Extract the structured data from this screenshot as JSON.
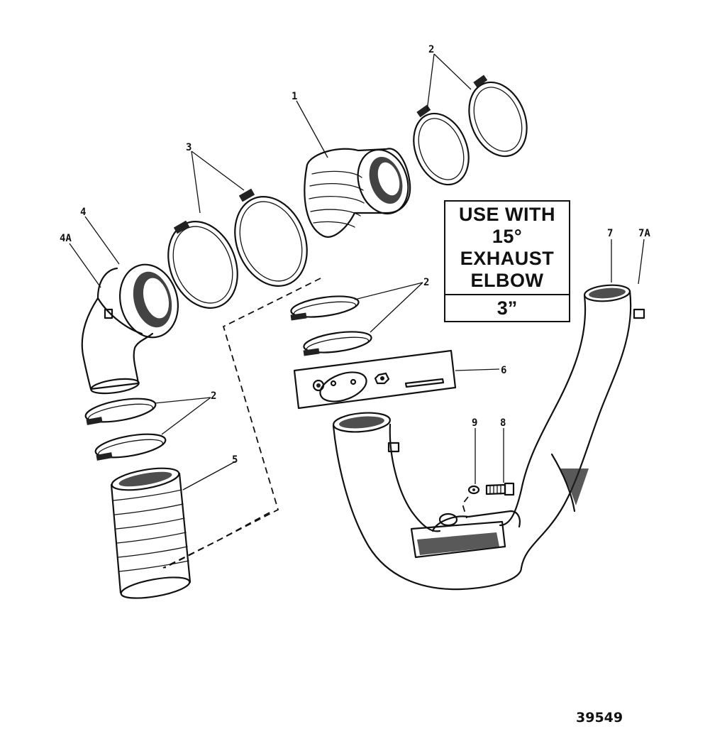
{
  "note": {
    "line1": "USE WITH",
    "line2": "15°",
    "line3": "EXHAUST",
    "line4": "ELBOW",
    "size": "3”"
  },
  "figure_number": "39549",
  "callouts": {
    "bellows": "1",
    "clamps_top": "2",
    "clamps_large": "3",
    "elbow": "4",
    "elbow_sub": "4A",
    "clamps_mid": "2",
    "clamps_lower_left": "2",
    "bellows_lower": "5",
    "plate": "6",
    "pipe": "7",
    "pipe_sub": "7A",
    "washer": "9",
    "screw": "8"
  }
}
